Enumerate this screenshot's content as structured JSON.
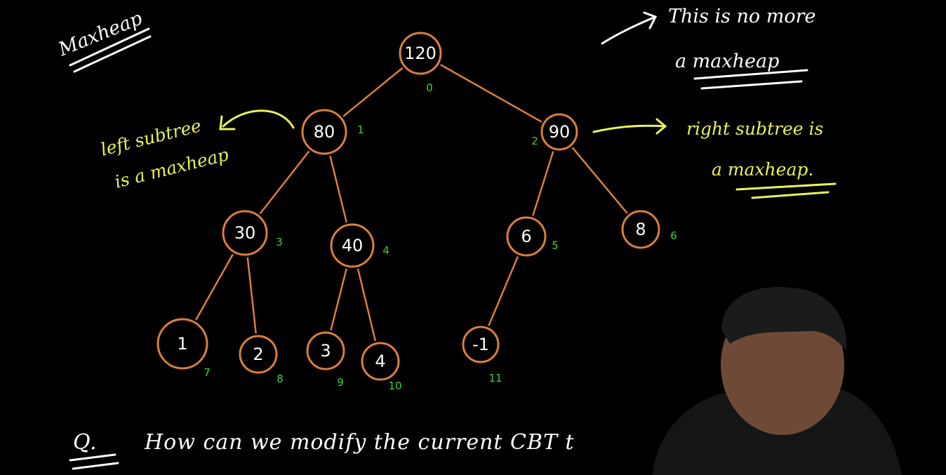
{
  "diagram": {
    "title": "Maxheap",
    "nodes": [
      {
        "id": 0,
        "value": "120",
        "index": "0"
      },
      {
        "id": 1,
        "value": "80",
        "index": "1"
      },
      {
        "id": 2,
        "value": "90",
        "index": "2"
      },
      {
        "id": 3,
        "value": "30",
        "index": "3"
      },
      {
        "id": 4,
        "value": "40",
        "index": "4"
      },
      {
        "id": 5,
        "value": "6",
        "index": "5"
      },
      {
        "id": 6,
        "value": "8",
        "index": "6"
      },
      {
        "id": 7,
        "value": "1",
        "index": "7"
      },
      {
        "id": 8,
        "value": "2",
        "index": "8"
      },
      {
        "id": 9,
        "value": "3",
        "index": "9"
      },
      {
        "id": 10,
        "value": "4",
        "index": "10"
      },
      {
        "id": 11,
        "value": "-1",
        "index": "11"
      }
    ],
    "edges": [
      [
        0,
        1
      ],
      [
        0,
        2
      ],
      [
        1,
        3
      ],
      [
        1,
        4
      ],
      [
        2,
        5
      ],
      [
        2,
        6
      ],
      [
        3,
        7
      ],
      [
        3,
        8
      ],
      [
        4,
        9
      ],
      [
        4,
        10
      ],
      [
        5,
        11
      ]
    ]
  },
  "annotations": {
    "left_subtree_line1": "left subtree",
    "left_subtree_line2": "is a maxheap",
    "right_subtree_line1": "right subtree is",
    "right_subtree_line2": "a maxheap.",
    "no_more_line1": "This is  no more",
    "no_more_line2": "a maxheap"
  },
  "question": {
    "prefix": "Q.",
    "text": "How can we modify the current CBT t"
  },
  "colors": {
    "background": "#000000",
    "edge": "#d97f3d",
    "node_text": "#ffffff",
    "index_text": "#3fd13f",
    "annotation_yellow": "#e9f25a",
    "annotation_white": "#ffffff"
  }
}
